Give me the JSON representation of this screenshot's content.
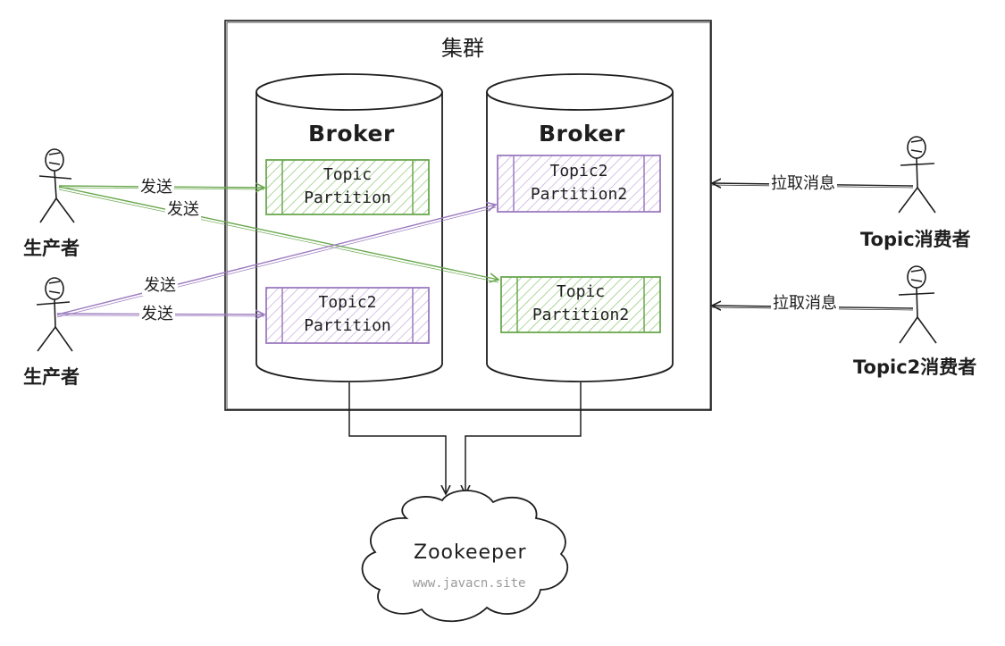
{
  "cluster": {
    "title": "集群"
  },
  "brokers": [
    {
      "title": "Broker",
      "partitions": [
        {
          "line1": "Topic",
          "line2": "Partition",
          "color": "#6aa84f"
        },
        {
          "line1": "Topic2",
          "line2": "Partition",
          "color": "#9b7bbf"
        }
      ]
    },
    {
      "title": "Broker",
      "partitions": [
        {
          "line1": "Topic2",
          "line2": "Partition2",
          "color": "#9b7bbf"
        },
        {
          "line1": "Topic",
          "line2": "Partition2",
          "color": "#6aa84f"
        }
      ]
    }
  ],
  "producers": [
    {
      "label": "生产者"
    },
    {
      "label": "生产者"
    }
  ],
  "consumers": [
    {
      "label": "Topic消费者"
    },
    {
      "label": "Topic2消费者"
    }
  ],
  "edges": {
    "send": [
      "发送",
      "发送",
      "发送",
      "发送"
    ],
    "pull": [
      "拉取消息",
      "拉取消息"
    ]
  },
  "zookeeper": {
    "title": "Zookeeper",
    "site": "www.javacn.site"
  },
  "colors": {
    "green": "#6aa84f",
    "purple": "#9b7bbf",
    "stroke": "#1e1e1e"
  }
}
